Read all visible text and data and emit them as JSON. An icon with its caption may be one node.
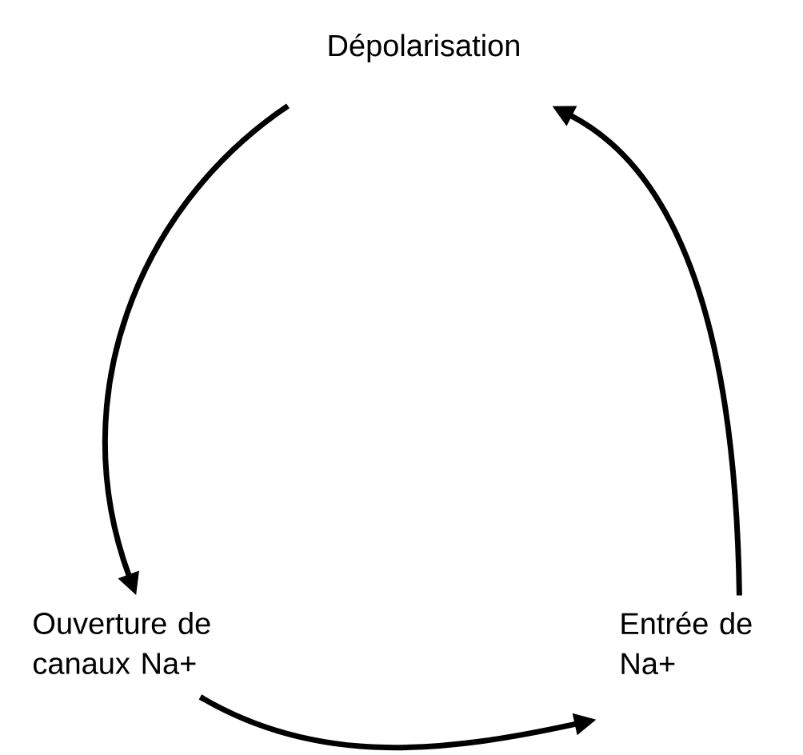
{
  "diagram": {
    "nodes": [
      {
        "text": [
          "Dépolarisation"
        ]
      },
      {
        "text": [
          "Ouverture de canaux Na+"
        ]
      },
      {
        "text": [
          "Entrée de Na+"
        ]
      }
    ],
    "edges": [
      {
        "from": 0,
        "to": 1,
        "arrow": "to"
      },
      {
        "from": 1,
        "to": 2,
        "arrow": "to"
      },
      {
        "from": 2,
        "to": 0,
        "arrow": "to"
      }
    ]
  }
}
